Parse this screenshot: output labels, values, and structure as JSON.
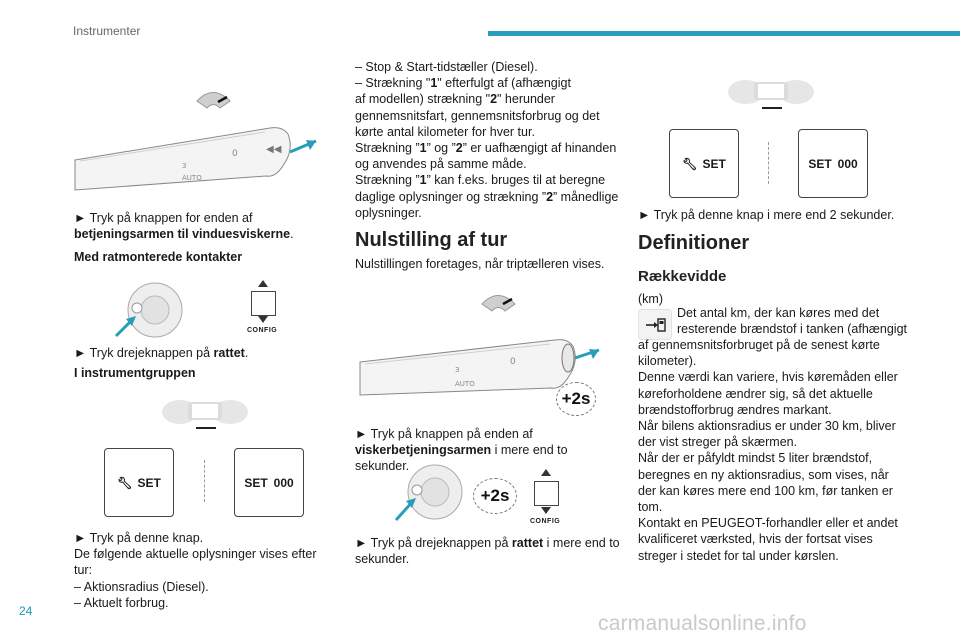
{
  "header": {
    "title": "Instrumenter"
  },
  "page_number": "24",
  "watermark": "carmanualsonline.info",
  "col1": {
    "p1_a": "► Tryk på knappen for enden af",
    "p1_b": "betjeningsarmen til vinduesviskerne",
    "p1_c": ".",
    "h_steering": "Med ratmonterede kontakter",
    "config_label": "CONFIG",
    "p2_a": "► Tryk drejeknappen på ",
    "p2_b": "rattet",
    "p2_c": ".",
    "h_cluster": "I instrumentgruppen",
    "set_label": "SET",
    "set_000_a": "SET",
    "set_000_b": "000",
    "p3_lines": [
      "► Tryk på denne knap.",
      "De følgende aktuelle oplysninger vises efter tur:",
      "– Aktionsradius (Diesel).",
      "– Aktuelt forbrug."
    ]
  },
  "col2": {
    "intro_l1": "– Stop & Start-tidstæller (Diesel).",
    "intro_l2_a": "– Strækning \"",
    "intro_l2_b": "1",
    "intro_l2_c": "\" efterfulgt af (afhængigt",
    "intro_l3_a": "af modellen) strækning \"",
    "intro_l3_b": "2",
    "intro_l3_c": "\" herunder",
    "intro_l4": "gennemsnitsfart, gennemsnitsforbrug og det",
    "intro_l5": "kørte antal kilometer for hver tur.",
    "intro_l6_a": "Strækning ”",
    "intro_l6_b": "1",
    "intro_l6_c": "” og ”",
    "intro_l6_d": "2",
    "intro_l6_e": "” er uafhængigt af hinanden",
    "intro_l7": "og anvendes på samme måde.",
    "intro_l8_a": "Strækning ”",
    "intro_l8_b": "1",
    "intro_l8_c": "” kan f.eks. bruges til at beregne",
    "intro_l9_a": "daglige oplysninger og strækning ”",
    "intro_l9_b": "2",
    "intro_l9_c": "” månedlige",
    "intro_l10": "oplysninger.",
    "h_reset": "Nulstilling af tur",
    "reset_text": "Nulstillingen foretages, når triptælleren vises.",
    "plus2s": "+2s",
    "p4_a": "► Tryk på knappen på enden af",
    "p4_b": "viskerbetjeningsarmen",
    "p4_c": " i mere end to sekunder.",
    "config_label": "CONFIG",
    "p5_a": "► Tryk på drejeknappen på ",
    "p5_b": "rattet",
    "p5_c": " i mere end to",
    "p5_d": "sekunder."
  },
  "col3": {
    "set_label": "SET",
    "set_000_a": "SET",
    "set_000_b": "000",
    "p6": "► Tryk på denne knap i mere end 2 sekunder.",
    "h_def": "Definitioner",
    "h_range": "Rækkevidde",
    "unit": "(km)",
    "range_lines_indented": [
      "Det antal km, der kan køres med det",
      "resterende brændstof i tanken (afhængigt"
    ],
    "range_lines": [
      "af gennemsnitsforbruget på de senest kørte",
      "kilometer).",
      "Denne værdi kan variere, hvis køremåden eller",
      "køreforholdene ændrer sig, så det aktuelle",
      "brændstofforbrug ændres markant.",
      "Når bilens aktionsradius er under 30 km, bliver",
      "der vist streger på skærmen.",
      "Når der er påfyldt mindst 5 liter brændstof,",
      "beregnes en ny aktionsradius, som vises, når",
      "der kan køres mere end 100 km, før tanken er",
      "tom.",
      "Kontakt en PEUGEOT-forhandler eller et andet",
      "kvalificeret værksted, hvis der fortsat vises",
      "streger i stedet for tal under kørslen."
    ]
  }
}
